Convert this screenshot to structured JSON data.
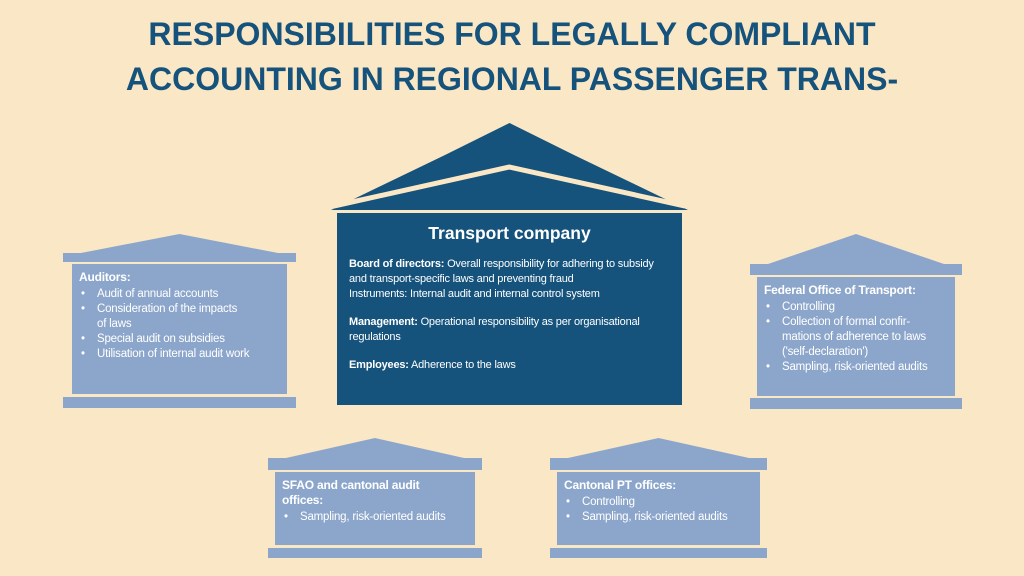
{
  "colors": {
    "background": "#fae7c5",
    "dark_teal": "#15527c",
    "light_blue": "#8ca6cb",
    "text_on_shapes": "#ffffff"
  },
  "header": {
    "title_line1": "RESPONSIBILITIES FOR LEGALLY COMPLIANT",
    "title_line2": "ACCOUNTING IN REGIONAL PASSENGER TRANS-"
  },
  "house": {
    "title": "Transport company",
    "sections": [
      {
        "label": "Board of directors:",
        "text": "Overall responsibility for adhering to subsidy and transport-specific laws and preventing fraud\nInstruments: Internal audit and internal control system"
      },
      {
        "label": "Management:",
        "text": "Operational responsibility as per organisational regulations"
      },
      {
        "label": "Employees:",
        "text": "Adherence to the laws"
      }
    ]
  },
  "buildings": [
    {
      "id": "auditors",
      "title": "Auditors:",
      "bullet_glyph": "•",
      "bullets": [
        "Audit of annual accounts",
        "Consideration of the impacts\nof laws",
        "Special audit on subsidies",
        "Utilisation of internal audit work"
      ]
    },
    {
      "id": "federal-office-of-transport",
      "title": "Federal Office of Transport:",
      "bullet_glyph": "•",
      "bullets": [
        "Controlling",
        "Collection of formal confir-\nmations of adherence to laws\n('self-declaration')",
        "Sampling, risk-oriented audits"
      ]
    },
    {
      "id": "sfao-and-cantonal-audit-offices",
      "title": "SFAO and cantonal audit\noffices:",
      "bullet_glyph": "•",
      "bullets": [
        "Sampling, risk-oriented audits"
      ]
    },
    {
      "id": "cantonal-pt-offices",
      "title": "Cantonal PT offices:",
      "bullet_glyph": "•",
      "bullets": [
        "Controlling",
        "Sampling, risk-oriented audits"
      ]
    }
  ]
}
